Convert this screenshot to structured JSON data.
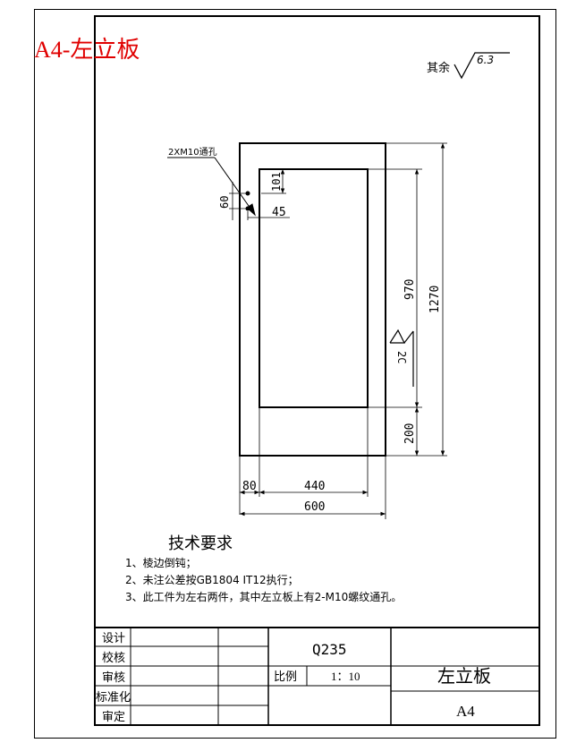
{
  "header": {
    "sheet_label": "A4-左立板",
    "label_color": "#e00000"
  },
  "roughness": {
    "prefix": "其余",
    "value": "6.3"
  },
  "annotations": {
    "hole_note": "2XM10通孔",
    "chamfer": "2C"
  },
  "dimensions": {
    "hole_spacing": "60",
    "hole_from_top": "101",
    "hole_offset": "45",
    "window_height": "970",
    "overall_height": "1270",
    "bottom_margin": "200",
    "left_margin": "80",
    "window_width": "440",
    "overall_width": "600"
  },
  "tech_requirements": {
    "title": "技术要求",
    "items": [
      "1、棱边倒钝；",
      "2、未注公差按GB1804 IT12执行；",
      "3、此工件为左右两件，其中左立板上有2-M10螺纹通孔。"
    ]
  },
  "title_block": {
    "roles": [
      "设计",
      "校核",
      "审核",
      "标准化",
      "审定"
    ],
    "material": "Q235",
    "scale_label": "比例",
    "scale_value": "1：10",
    "part_name": "左立板",
    "sheet_size": "A4"
  }
}
